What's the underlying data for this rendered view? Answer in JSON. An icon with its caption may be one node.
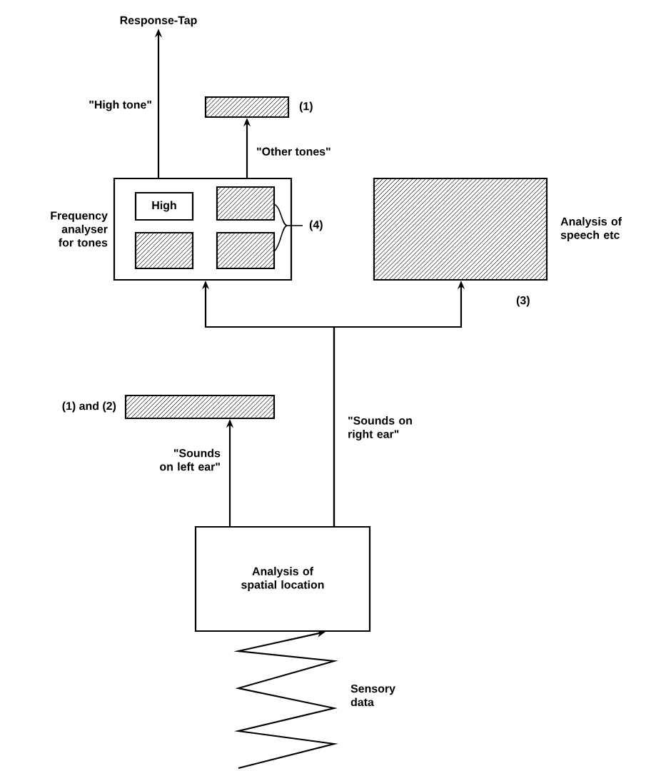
{
  "diagram": {
    "nodes": [
      {
        "text": [
          "Response-Tap"
        ]
      },
      {
        "text": [],
        "shape": "box",
        "beside": [
          "(1)"
        ]
      },
      {
        "text": [
          "Frequency analyser for tones"
        ]
      },
      {
        "text": [
          "High"
        ],
        "in": 2
      },
      {
        "text": [],
        "shape": "box",
        "in": 2
      },
      {
        "text": [],
        "shape": "box",
        "in": 2
      },
      {
        "text": [],
        "shape": "box",
        "in": 2
      },
      {
        "text": [
          "Analysis of speech etc"
        ],
        "beside": [
          "(3)"
        ]
      },
      {
        "text": [],
        "shape": "box",
        "beside": [
          "(1) and (2)"
        ]
      },
      {
        "text": [
          "Analysis of spatial location"
        ]
      }
    ],
    "edges": [
      {
        "from": 2,
        "to": 0,
        "arrow": "to",
        "label": "\"High tone\""
      },
      {
        "from": 2,
        "to": 1,
        "arrow": "to",
        "label": "\"Other tones\""
      },
      {
        "from": 9,
        "to": 8,
        "arrow": "to",
        "label": "\"Sounds on left ear\""
      },
      {
        "from": 9,
        "to": 2,
        "arrow": "to",
        "label": "\"Sounds on right ear\""
      },
      {
        "from": 9,
        "to": 7,
        "arrow": "to"
      },
      {
        "from": null,
        "to": 9,
        "arrow": "to",
        "label": "Sensory data"
      }
    ],
    "labels": [
      "(4)"
    ]
  }
}
